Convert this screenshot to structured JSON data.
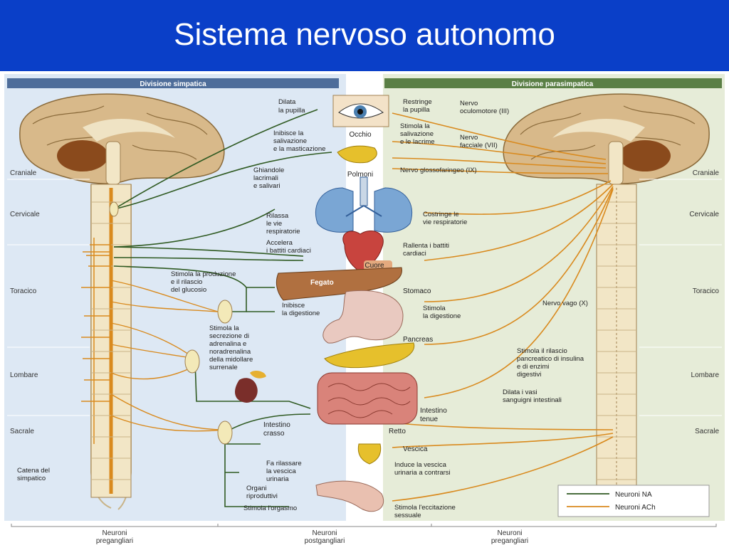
{
  "slide": {
    "title": "Sistema nervoso autonomo"
  },
  "headers": {
    "left": "Divisione simpatica",
    "right": "Divisione parasimpatica"
  },
  "levels": {
    "cranial": "Craniale",
    "cervical": "Cervicale",
    "thoracic": "Toracico",
    "lumbar": "Lombare",
    "sacral": "Sacrale"
  },
  "organs": {
    "eye": "Occhio",
    "lungs": "Polmoni",
    "heart": "Cuore",
    "liver": "Fegato",
    "stomach": "Stomaco",
    "pancreas": "Pancreas",
    "small_intestine": [
      "Intestino",
      "tenue"
    ],
    "large_intestine": [
      "Intestino",
      "crasso"
    ],
    "rectum": "Retto",
    "bladder": "Vescica"
  },
  "sympathetic_effects": {
    "eye": [
      "Dilata",
      "la pupilla"
    ],
    "salivation": [
      "Inibisce la",
      "salivazione",
      "e la masticazione"
    ],
    "glands": [
      "Ghiandole",
      "lacrimali",
      "e salivari"
    ],
    "airways": [
      "Rilassa",
      "le vie",
      "respiratorie"
    ],
    "heart": [
      "Accelera",
      "i battiti cardiaci"
    ],
    "glucose": [
      "Stimola la produzione",
      "e il rilascio",
      "del glucosio"
    ],
    "digestion": [
      "Inibisce",
      "la digestione"
    ],
    "adrenal": [
      "Stimola la",
      "secrezione di",
      "adrenalina e",
      "noradrenalina",
      "della midollare",
      "surrenale"
    ],
    "bladder": [
      "Fa rilassare",
      "la vescica",
      "urinaria"
    ],
    "repro": [
      "Organi",
      "riproduttivi"
    ],
    "orgasm": "Stimola l'orgasmo",
    "chain": [
      "Catena del",
      "simpatico"
    ]
  },
  "parasympathetic_effects": {
    "eye": [
      "Restringe",
      "la pupilla"
    ],
    "salivation": [
      "Stimola la",
      "salivazione",
      "e le lacrime"
    ],
    "airways": [
      "Costringe le",
      "vie respiratorie"
    ],
    "heart": [
      "Rallenta i battiti",
      "cardiaci"
    ],
    "digestion": [
      "Stimola",
      "la digestione"
    ],
    "pancreas": [
      "Stimola il rilascio",
      "pancreatico di insulina",
      "e di enzimi",
      "digestivi"
    ],
    "vessels": [
      "Dilata i vasi",
      "sanguigni intestinali"
    ],
    "bladder": [
      "Induce la vescica",
      "urinaria a contrarsi"
    ],
    "arousal": [
      "Stimola l'eccitazione",
      "sessuale"
    ]
  },
  "nerves": {
    "oculomotor": [
      "Nervo",
      "oculomotore (III)"
    ],
    "facial": [
      "Nervo",
      "facciale (VII)"
    ],
    "glossopharyngeal": "Nervo glossofaringeo (IX)",
    "vagus": "Nervo vago (X)"
  },
  "legend": {
    "na": "Neuroni NA",
    "ach": "Neuroni ACh"
  },
  "bottom": {
    "left": [
      "Neuroni",
      "pregangliari"
    ],
    "center": [
      "Neuroni",
      "postgangliari"
    ],
    "right": [
      "Neuroni",
      "pregangliari"
    ]
  },
  "colors": {
    "title_bg": "#0a3fc8",
    "sym_bg": "#dde8f4",
    "para_bg": "#e6ecd8",
    "header_sym": "#4e6d9a",
    "header_para": "#5a7f45",
    "na_line": "#2f5a22",
    "ach_line": "#d98a1e",
    "spine": "#f2e6c6",
    "brain": "#d8b98a",
    "cerebellum": "#8a4a1c"
  }
}
